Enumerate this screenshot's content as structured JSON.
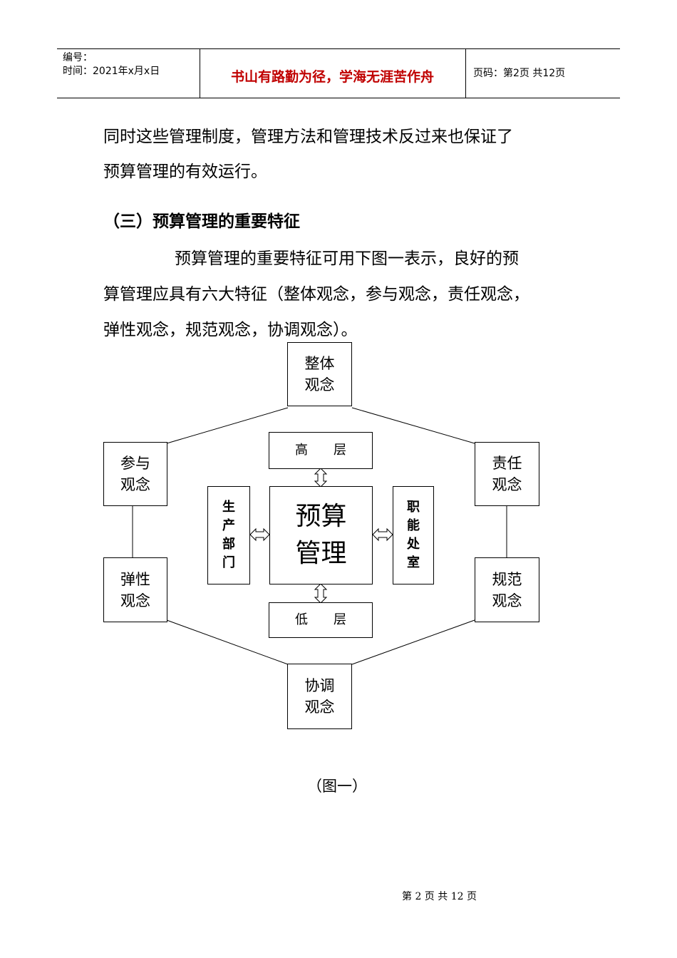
{
  "header": {
    "number_label": "编号：",
    "time_label": "时间：2021年x月x日",
    "motto": "书山有路勤为径，学海无涯苦作舟",
    "page_info": "页码：第2页 共12页"
  },
  "body": {
    "para1_line1": "同时这些管理制度，管理方法和管理技术反过来也保证了",
    "para1_line2": "预算管理的有效运行。",
    "section_heading": "（三）预算管理的重要特征",
    "para2_line1": "预算管理的重要特征可用下图一表示，良好的预",
    "para2_line2": "算管理应具有六大特征（整体观念，参与观念，责任观念，",
    "para2_line3": "弹性观念，规范观念，协调观念）。"
  },
  "diagram": {
    "outer_nodes": {
      "top": [
        "整体",
        "观念"
      ],
      "upper_left": [
        "参与",
        "观念"
      ],
      "upper_right": [
        "责任",
        "观念"
      ],
      "lower_left": [
        "弹性",
        "观念"
      ],
      "lower_right": [
        "规范",
        "观念"
      ],
      "bottom": [
        "协调",
        "观念"
      ]
    },
    "high_level": "高　　层",
    "low_level": "低　　层",
    "center": [
      "预算",
      "管理"
    ],
    "left_vertical": [
      "生",
      "产",
      "部",
      "门"
    ],
    "right_vertical": [
      "职",
      "能",
      "处",
      "室"
    ],
    "caption": "（图一）"
  },
  "footer": {
    "page_text": "第 2 页 共 12 页"
  }
}
